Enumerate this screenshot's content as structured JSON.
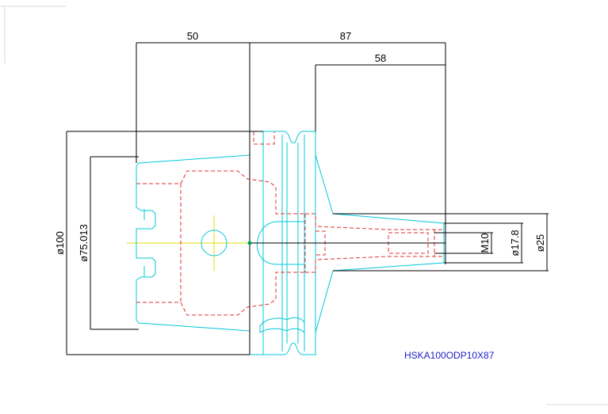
{
  "drawing": {
    "part_label": "HSKA100ODP10X87",
    "dimensions": {
      "top_50": "50",
      "top_87": "87",
      "top_58": "58",
      "dia_100": "ø100",
      "dia_75": "ø75.013",
      "m10": "M10",
      "dia_17_8": "ø17.8",
      "dia_25": "ø25"
    },
    "colors": {
      "dimension": "#000000",
      "outline": "#00c8d8",
      "hidden": "#e03030",
      "centerline": "#e0e000",
      "label": "#2020c8",
      "point": "#00a060"
    }
  }
}
